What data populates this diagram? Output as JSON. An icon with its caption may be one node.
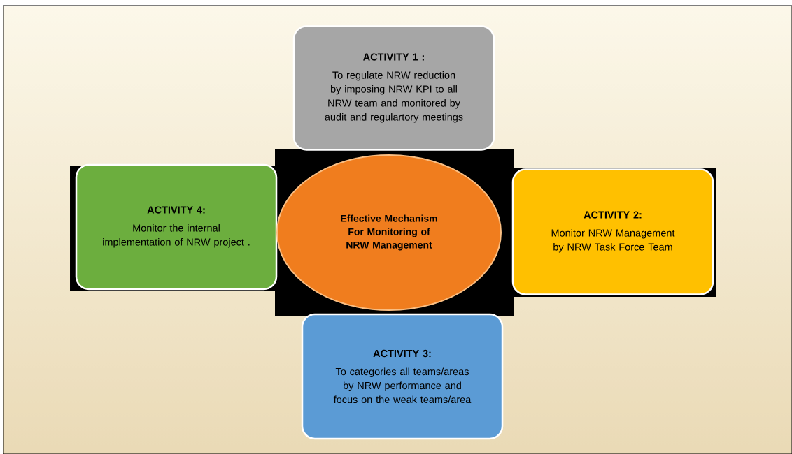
{
  "diagram": {
    "nodes": [
      {
        "text": [
          "ACTIVITY 1 :",
          "To regulate NRW reduction by imposing NRW KPI to all NRW team and monitored by audit and regulartory meetings"
        ]
      },
      {
        "text": [
          "ACTIVITY 4:",
          "Monitor the internal implementation of NRW project ."
        ]
      },
      {
        "text": [
          "Effective Mechanism For Monitoring of NRW Management"
        ]
      },
      {
        "text": [
          "ACTIVITY 2:",
          "Monitor NRW Management by NRW Task Force Team"
        ]
      },
      {
        "text": [
          "ACTIVITY 3:",
          "To categories all teams/areas by NRW performance and focus on the weak teams/area"
        ]
      }
    ]
  }
}
